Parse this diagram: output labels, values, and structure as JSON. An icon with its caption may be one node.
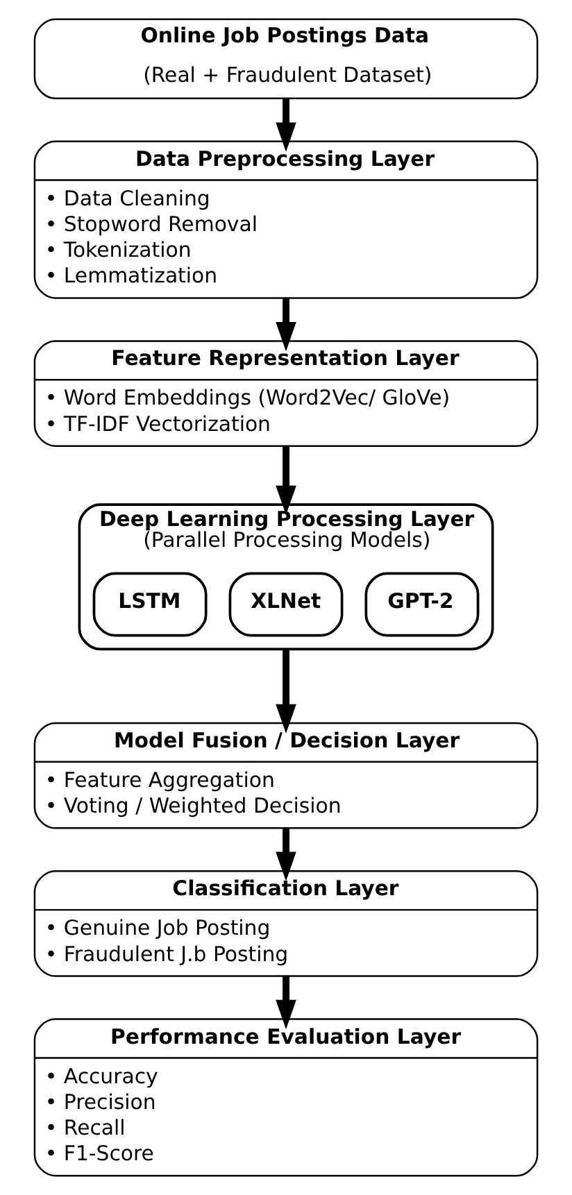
{
  "diagram": {
    "nodes": [
      {
        "text": [
          "Online Job Postings Data",
          "(Real + Fraudulent Dataset)"
        ]
      },
      {
        "text": [
          "Data Preprocessing Layer",
          "• Data Cleaning",
          "• Stopword Removal",
          "• Tokenization",
          "• Lemmatization"
        ]
      },
      {
        "text": [
          "Feature Representation Layer",
          "• Word Embeddings (Word2Vec/ GloVe)",
          "• TF-IDF Vectorization"
        ]
      },
      {
        "text": [
          "Deep Learning Processing Layer",
          "(Parallel Processing Models)"
        ]
      },
      {
        "text": [
          "LSTM"
        ],
        "in": 3
      },
      {
        "text": [
          "XLNet"
        ],
        "in": 3
      },
      {
        "text": [
          "GPT-2"
        ],
        "in": 3
      },
      {
        "text": [
          "Model Fusion / Decision Layer",
          "• Feature Aggregation",
          "• Voting / Weighted Decision"
        ]
      },
      {
        "text": [
          "Classification Layer",
          "• Genuine Job Posting",
          "• Fraudulent J.b Posting"
        ]
      },
      {
        "text": [
          "Performance Evaluation Layer",
          "• Accuracy",
          "• Precision",
          "• Recall",
          "• F1-Score"
        ]
      }
    ],
    "edges": [
      {
        "from": 0,
        "to": 1,
        "arrow": "to"
      },
      {
        "from": 1,
        "to": 2,
        "arrow": "to"
      },
      {
        "from": 2,
        "to": 3,
        "arrow": "to"
      },
      {
        "from": 3,
        "to": 7,
        "arrow": "to"
      },
      {
        "from": 7,
        "to": 8,
        "arrow": "to"
      },
      {
        "from": 8,
        "to": 9,
        "arrow": "to"
      }
    ]
  }
}
